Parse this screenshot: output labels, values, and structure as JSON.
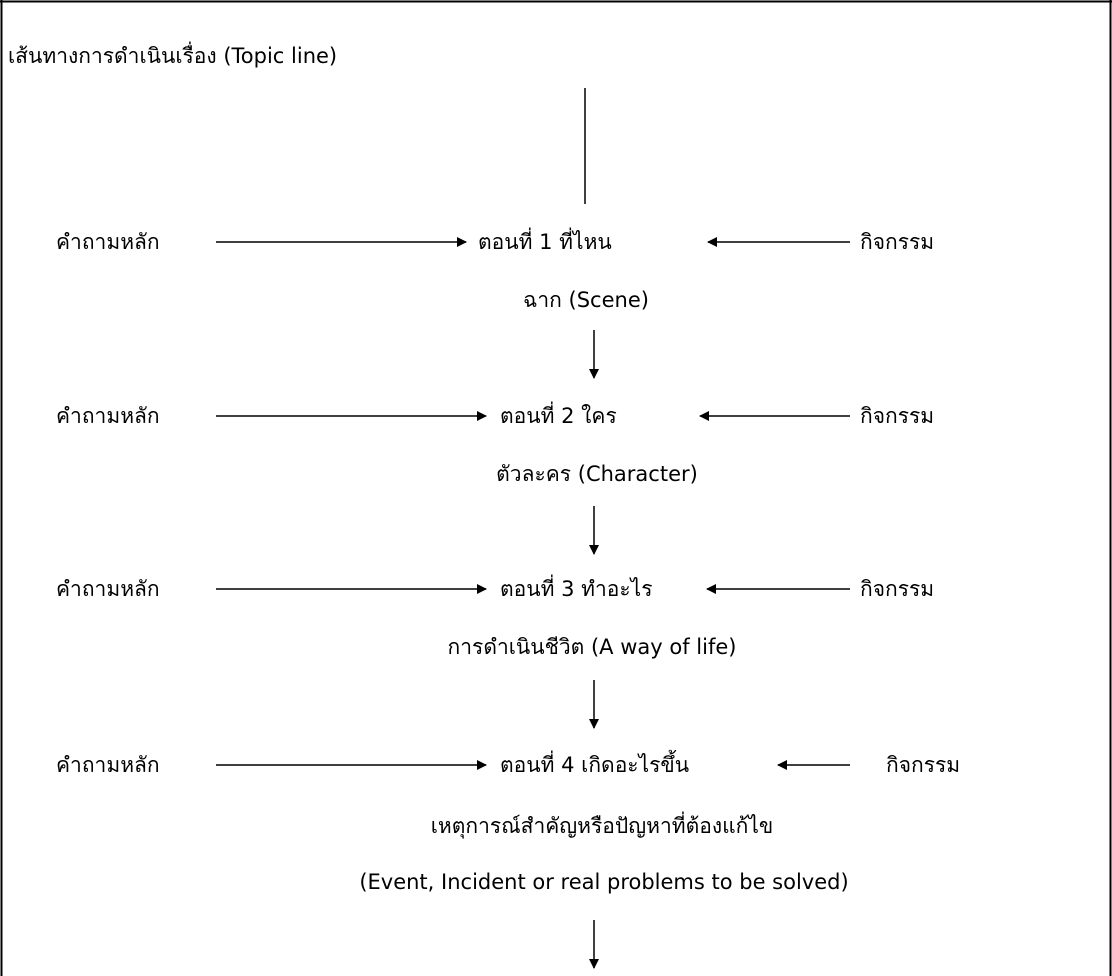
{
  "header": "เส้นทางการดำเนินเรื่อง (Topic line)",
  "left_label": "คำถามหลัก",
  "right_label": "กิจกรรม",
  "steps": [
    {
      "title": "ตอนที่ 1  ที่ไหน",
      "caption": "ฉาก (Scene)"
    },
    {
      "title": "ตอนที่ 2  ใคร",
      "caption": "ตัวละคร (Character)"
    },
    {
      "title": "ตอนที่ 3  ทำอะไร",
      "caption": "การดำเนินชีวิต (A way of life)"
    },
    {
      "title": "ตอนที่ 4  เกิดอะไรขึ้น",
      "caption": "เหตุการณ์สำคัญหรือปัญหาที่ต้องแก้ไข",
      "caption_line2": "(Event, Incident or real problems to be solved)"
    }
  ]
}
